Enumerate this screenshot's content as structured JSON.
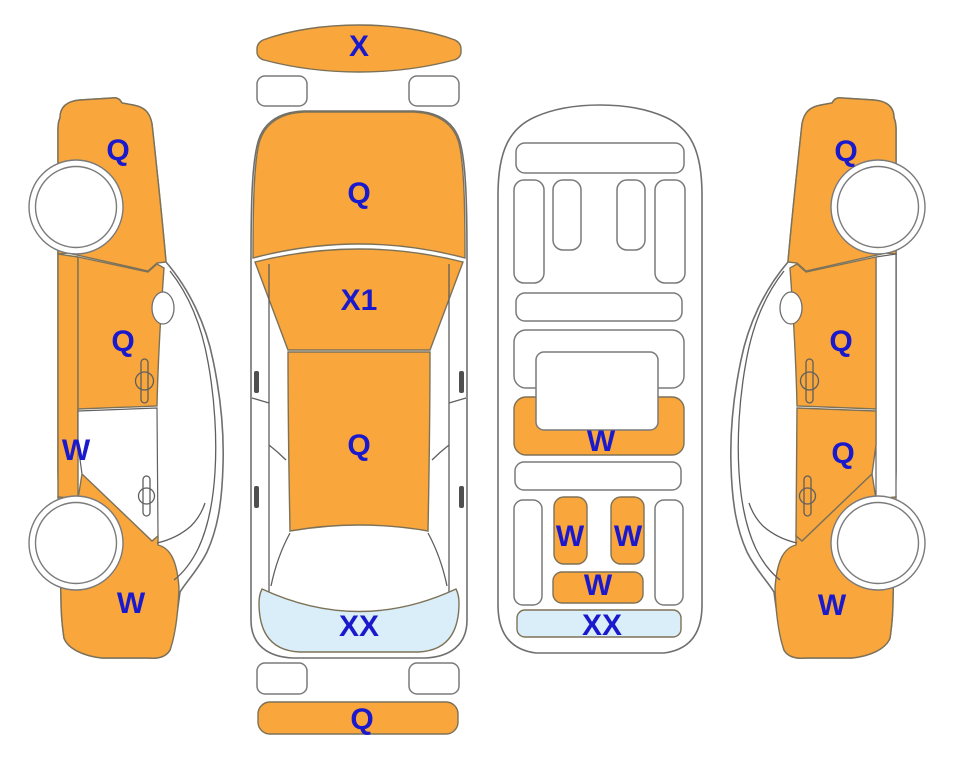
{
  "colors": {
    "highlight_orange": "#F9A63C",
    "highlight_blue": "#D9EEF8",
    "label_blue": "#1A1ACC"
  },
  "views": {
    "left_side": {
      "fender_code": "Q",
      "front_door_code": "Q",
      "rocker_code": "W",
      "rear_quarter_code": "W"
    },
    "top": {
      "front_bumper_code": "X",
      "hood_code": "Q",
      "windshield_code": "X1",
      "roof_code": "Q",
      "trunk_code": "XX",
      "rear_bumper_code": "Q"
    },
    "interior": {
      "rear_seat_code": "W",
      "left_rear_seat_code": "W",
      "right_rear_seat_code": "W",
      "rear_center_code": "W",
      "cargo_code": "XX"
    },
    "right_side": {
      "fender_code": "Q",
      "front_door_code": "Q",
      "rear_door_code": "Q",
      "rear_quarter_code": "W"
    }
  }
}
